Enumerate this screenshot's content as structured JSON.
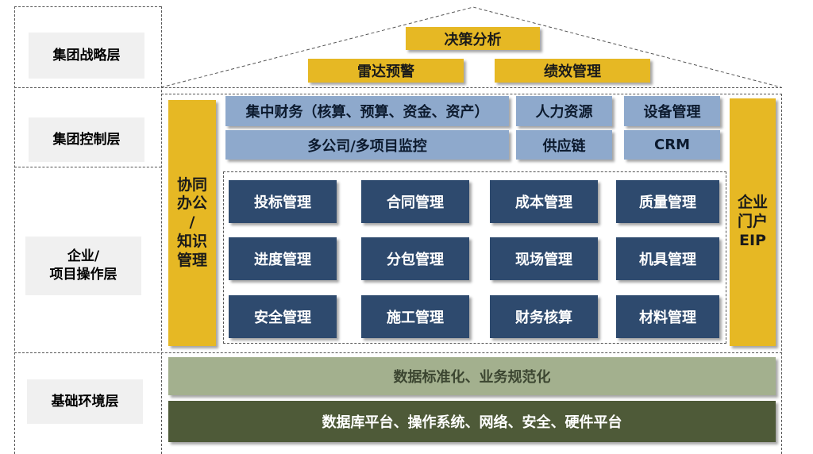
{
  "layers": [
    {
      "label": "集团战略层"
    },
    {
      "label": "集团控制层"
    },
    {
      "label": "企业/\n项目操作层"
    },
    {
      "label": "基础环境层"
    }
  ],
  "strategy": {
    "top": "决策分析",
    "left": "雷达预警",
    "right": "绩效管理"
  },
  "control": {
    "finance": "集中财务（核算、预算、资金、资产）",
    "hr": "人力资源",
    "equipment": "设备管理",
    "monitor": "多公司/多项目监控",
    "supply": "供应链",
    "crm": "CRM"
  },
  "side": {
    "left": "协同\n办公\n/\n知识\n管理",
    "right": "企业\n门户\nEIP"
  },
  "modules": [
    [
      "投标管理",
      "合同管理",
      "成本管理",
      "质量管理"
    ],
    [
      "进度管理",
      "分包管理",
      "现场管理",
      "机具管理"
    ],
    [
      "安全管理",
      "施工管理",
      "财务核算",
      "材料管理"
    ]
  ],
  "base": {
    "upper": "数据标准化、业务规范化",
    "lower": "数据库平台、操作系统、网络、安全、硬件平台"
  },
  "colors": {
    "gold": "#e6b824",
    "light_blue": "#8ea9cc",
    "navy": "#2e4a6e",
    "sage": "#a3b08e",
    "olive": "#4e5a38"
  }
}
